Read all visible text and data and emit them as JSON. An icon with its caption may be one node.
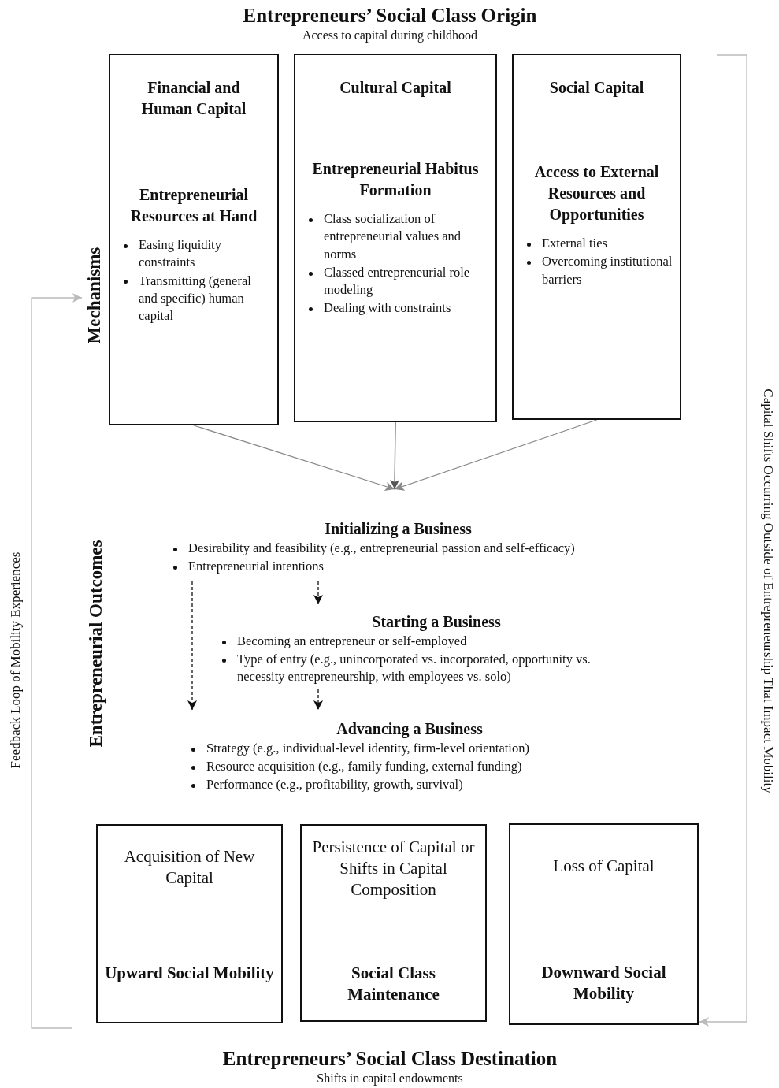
{
  "diagram": {
    "nodes": [
      {
        "text": [
          "Entrepreneurs’ Social Class Origin",
          "Access to capital during childhood"
        ]
      },
      {
        "text": [
          "Mechanisms"
        ]
      },
      {
        "text": [
          "Financial and Human Capital",
          "Entrepreneurial Resources at Hand",
          "Easing liquidity constraints",
          "Transmitting (general and specific) human capital"
        ]
      },
      {
        "text": [
          "Cultural Capital",
          "Entrepreneurial Habitus Formation",
          "Class socialization of entrepreneurial values and norms",
          "Classed entrepreneurial role modeling",
          "Dealing with constraints"
        ]
      },
      {
        "text": [
          "Social Capital",
          "Access to External Resources and Opportunities",
          "External ties",
          "Overcoming institutional barriers"
        ]
      },
      {
        "text": [
          "Initializing a Business",
          "Desirability and feasibility (e.g., entrepreneurial passion and self-efficacy)",
          "Entrepreneurial intentions"
        ]
      },
      {
        "text": [
          "Starting a Business",
          "Becoming an entrepreneur or self-employed",
          "Type of entry (e.g., unincorporated vs. incorporated, opportunity vs. necessity entrepreneurship, with employees vs. solo)"
        ]
      },
      {
        "text": [
          "Advancing a Business",
          "Strategy (e.g., individual-level identity, firm-level orientation)",
          "Resource acquisition (e.g., family funding, external funding)",
          "Performance (e.g., profitability, growth, survival)"
        ]
      },
      {
        "text": [
          "Acquisition of New Capital",
          "Upward Social Mobility"
        ]
      },
      {
        "text": [
          "Persistence of Capital or Shifts in Capital Composition",
          "Social Class Maintenance"
        ]
      },
      {
        "text": [
          "Loss of Capital",
          "Downward Social Mobility"
        ]
      },
      {
        "text": [
          "Entrepreneurs’ Social Class Destination",
          "Shifts in capital endowments"
        ]
      }
    ],
    "edges": [
      {
        "from": 2,
        "to": 5,
        "arrow": "to",
        "color": "#888888"
      },
      {
        "from": 3,
        "to": 5,
        "arrow": "to",
        "color": "#555555"
      },
      {
        "from": 4,
        "to": 5,
        "arrow": "to",
        "color": "#888888"
      },
      {
        "from": 5,
        "to": 6,
        "arrow": "to",
        "style": "dashed"
      },
      {
        "from": 5,
        "to": 7,
        "arrow": "to",
        "style": "dashed"
      },
      {
        "from": 6,
        "to": 7,
        "arrow": "to",
        "style": "dashed"
      },
      {
        "from": null,
        "to": 1,
        "arrow": "to",
        "label": "Feedback Loop of Mobility Experiences",
        "color": "#bbbbbb"
      },
      {
        "from": null,
        "to": 10,
        "arrow": "to",
        "label": "Capital Shifts Occurring Outside of Entrepreneurship That Impact Mobility",
        "color": "#bbbbbb"
      }
    ],
    "labels": [
      "Entrepreneurial Outcomes"
    ]
  }
}
